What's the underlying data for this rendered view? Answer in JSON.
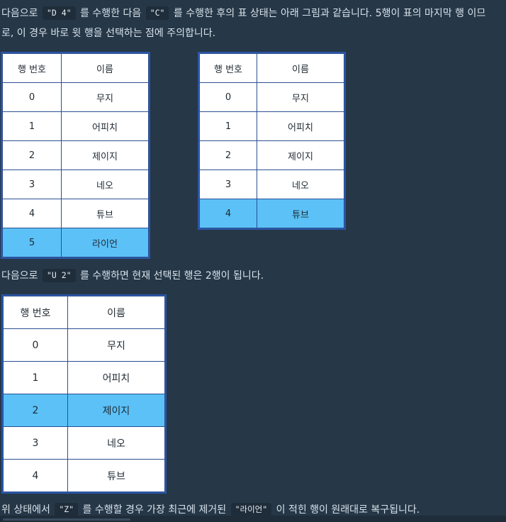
{
  "paragraph1": {
    "t1": "다음으로 ",
    "c1": "\"D 4\"",
    "t2": " 를 수행한 다음 ",
    "c2": "\"C\"",
    "t3": " 를 수행한 후의 표 상태는 아래 그림과 같습니다. 5행이 표의 마지막 행 이므",
    "line2": "로, 이 경우 바로 윗 행을 선택하는 점에 주의합니다."
  },
  "paragraph2": {
    "t1": "다음으로 ",
    "c1": "\"U 2\"",
    "t2": " 를 수행하면 현재 선택된 행은 2행이 됩니다."
  },
  "paragraph3": {
    "t1": "위 상태에서 ",
    "c1": "\"Z\"",
    "t2": " 를 수행할 경우 가장 최근에 제거된 ",
    "c2": "\"라이언\"",
    "t3": " 이 적힌 행이 원래대로 복구됩니다."
  },
  "table_left": {
    "header": [
      "행 번호",
      "이름"
    ],
    "rows": [
      [
        "0",
        "무지"
      ],
      [
        "1",
        "어피치"
      ],
      [
        "2",
        "제이지"
      ],
      [
        "3",
        "네오"
      ],
      [
        "4",
        "튜브"
      ],
      [
        "5",
        "라이언"
      ]
    ],
    "selected_row": 5
  },
  "table_right": {
    "header": [
      "행 번호",
      "이름"
    ],
    "rows": [
      [
        "0",
        "무지"
      ],
      [
        "1",
        "어피치"
      ],
      [
        "2",
        "제이지"
      ],
      [
        "3",
        "네오"
      ],
      [
        "4",
        "튜브"
      ]
    ],
    "selected_row": 4
  },
  "table_bottom": {
    "header": [
      "행 번호",
      "이름"
    ],
    "rows": [
      [
        "0",
        "무지"
      ],
      [
        "1",
        "어피치"
      ],
      [
        "2",
        "제이지"
      ],
      [
        "3",
        "네오"
      ],
      [
        "4",
        "튜브"
      ]
    ],
    "selected_row": 2
  },
  "colors": {
    "background": "#263747",
    "selected_row": "#5bc1f7",
    "table_border": "#2b4f94",
    "text": "#d7e2eb"
  }
}
